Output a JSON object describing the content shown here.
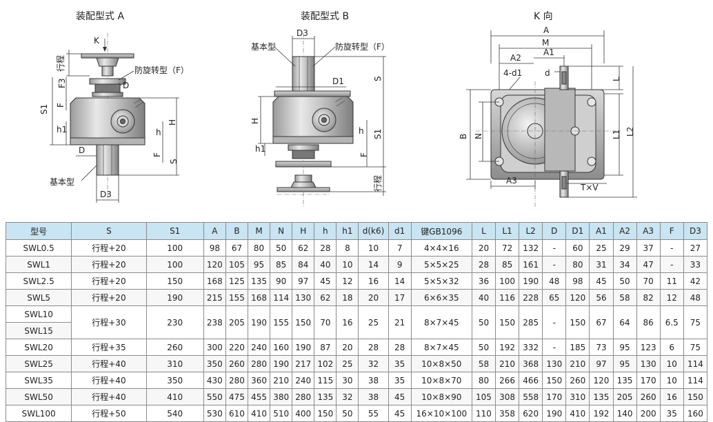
{
  "diagrams": {
    "a": {
      "title": "装配型式 A",
      "labels": {
        "k": "K",
        "stroke": "行程",
        "anti_rotation": "防旋转型（F）",
        "f3": "F3",
        "f": "F",
        "s1": "S1",
        "h1": "h1",
        "d_upper": "D",
        "d_lower": "D",
        "h_small": "h",
        "h_big": "H",
        "f_right": "F",
        "s_right": "S",
        "basic": "基本型",
        "d3": "D3"
      }
    },
    "b": {
      "title": "装配型式 B",
      "labels": {
        "d3": "D3",
        "basic": "基本型",
        "anti_rotation": "防旋转型（F）",
        "d1": "D1",
        "s_right": "S",
        "h_big": "H",
        "h_small": "h",
        "s1": "S1",
        "f_right": "F",
        "h1": "h1",
        "stroke": "行程"
      }
    },
    "k": {
      "title": "K 向",
      "labels": {
        "a": "A",
        "m": "M",
        "a2": "A2",
        "a1": "A1",
        "holes": "4-d1",
        "d": "d",
        "l": "L",
        "b": "B",
        "n": "N",
        "l1": "L1",
        "l2": "L2",
        "a3": "A3",
        "txv": "T×V"
      }
    }
  },
  "table": {
    "headers": [
      "型号",
      "S",
      "S1",
      "A",
      "B",
      "M",
      "N",
      "H",
      "h",
      "h1",
      "d(k6)",
      "d1",
      "键GB1096",
      "L",
      "L1",
      "L2",
      "D",
      "D1",
      "A1",
      "A2",
      "A3",
      "F",
      "D3"
    ],
    "rows": [
      {
        "model": "SWL0.5",
        "values": [
          "行程+20",
          "100",
          "98",
          "67",
          "80",
          "50",
          "62",
          "28",
          "8",
          "10",
          "7",
          "4×4×16",
          "20",
          "72",
          "132",
          "-",
          "60",
          "25",
          "29",
          "37",
          "-",
          "27"
        ]
      },
      {
        "model": "SWL1",
        "values": [
          "行程+20",
          "100",
          "120",
          "105",
          "95",
          "85",
          "84",
          "40",
          "10",
          "14",
          "9",
          "5×5×25",
          "28",
          "85",
          "161",
          "-",
          "80",
          "31",
          "34",
          "47",
          "-",
          "33"
        ]
      },
      {
        "model": "SWL2.5",
        "values": [
          "行程+20",
          "150",
          "168",
          "125",
          "135",
          "90",
          "97",
          "45",
          "12",
          "16",
          "14",
          "5×5×32",
          "36",
          "100",
          "190",
          "48",
          "98",
          "45",
          "50",
          "70",
          "11",
          "42"
        ]
      },
      {
        "model": "SWL5",
        "values": [
          "行程+20",
          "190",
          "215",
          "155",
          "168",
          "114",
          "130",
          "62",
          "18",
          "20",
          "17",
          "6×6×35",
          "40",
          "116",
          "228",
          "65",
          "120",
          "56",
          "58",
          "82",
          "12",
          "48"
        ]
      },
      {
        "model_a": "SWL10",
        "model_b": "SWL15",
        "merged": true,
        "values": [
          "行程+30",
          "230",
          "238",
          "205",
          "190",
          "155",
          "150",
          "70",
          "16",
          "25",
          "21",
          "8×7×45",
          "50",
          "150",
          "285",
          "-",
          "150",
          "67",
          "64",
          "86",
          "6.5",
          "75"
        ]
      },
      {
        "model": "SWL20",
        "values": [
          "行程+35",
          "260",
          "300",
          "220",
          "240",
          "160",
          "190",
          "87",
          "20",
          "28",
          "28",
          "8×7×45",
          "50",
          "192",
          "332",
          "-",
          "185",
          "73",
          "95",
          "123",
          "6",
          "75"
        ]
      },
      {
        "model": "SWL25",
        "values": [
          "行程+40",
          "310",
          "350",
          "260",
          "280",
          "190",
          "217",
          "102",
          "25",
          "32",
          "35",
          "10×8×50",
          "58",
          "210",
          "368",
          "130",
          "210",
          "97",
          "95",
          "130",
          "10",
          "114"
        ]
      },
      {
        "model": "SWL35",
        "values": [
          "行程+40",
          "350",
          "430",
          "280",
          "360",
          "210",
          "240",
          "115",
          "30",
          "38",
          "35",
          "10×8×70",
          "80",
          "266",
          "466",
          "150",
          "260",
          "120",
          "135",
          "170",
          "10",
          "114"
        ]
      },
      {
        "model": "SWL50",
        "values": [
          "行程+40",
          "410",
          "550",
          "475",
          "455",
          "380",
          "280",
          "135",
          "32",
          "38",
          "45",
          "10×8×90",
          "105",
          "308",
          "558",
          "170",
          "310",
          "135",
          "205",
          "260",
          "16",
          "150"
        ]
      },
      {
        "model": "SWL100",
        "values": [
          "行程+50",
          "540",
          "530",
          "610",
          "410",
          "510",
          "400",
          "150",
          "50",
          "55",
          "45",
          "16×10×100",
          "110",
          "358",
          "620",
          "190",
          "410",
          "192",
          "140",
          "200",
          "35",
          "160"
        ]
      }
    ]
  }
}
